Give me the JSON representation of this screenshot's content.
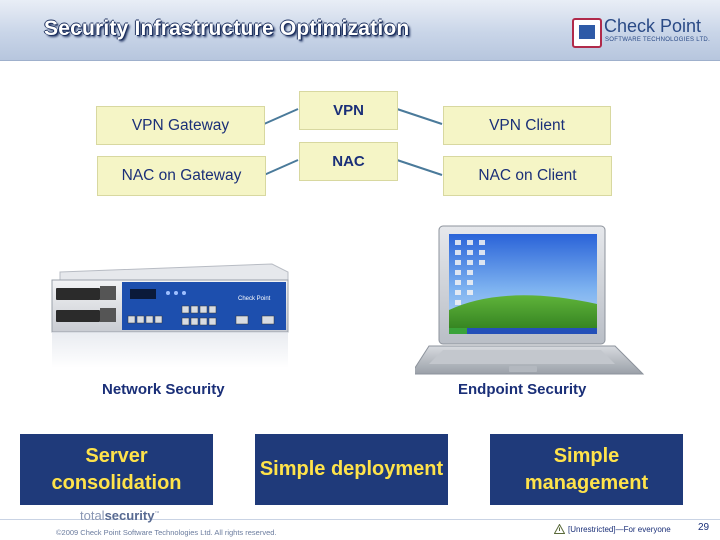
{
  "slide": {
    "title": "Security Infrastructure Optimization",
    "logo": {
      "name": "Check Point",
      "tagline": "SOFTWARE TECHNOLOGIES LTD."
    }
  },
  "diagram": {
    "left_boxes": [
      "VPN Gateway",
      "NAC on Gateway"
    ],
    "center_boxes": [
      "VPN",
      "NAC"
    ],
    "right_boxes": [
      "VPN Client",
      "NAC on Client"
    ]
  },
  "devices": {
    "network_label": "Network Security",
    "endpoint_label": "Endpoint Security",
    "appliance_brand": "Check Point"
  },
  "features": [
    {
      "label": "Server consolidation"
    },
    {
      "label": "Simple deployment"
    },
    {
      "label": "Simple management"
    }
  ],
  "footer": {
    "brand_prefix": "total",
    "brand_suffix": "security",
    "copyright": "©2009 Check Point Software Technologies Ltd. All rights reserved.",
    "classification": "[Unrestricted]—For everyone",
    "page_number": "29"
  },
  "colors": {
    "box_fill": "#f5f5c6",
    "feature_fill": "#1f3a7a",
    "feature_text": "#ffe34a",
    "link_line": "#4a7a9a"
  }
}
